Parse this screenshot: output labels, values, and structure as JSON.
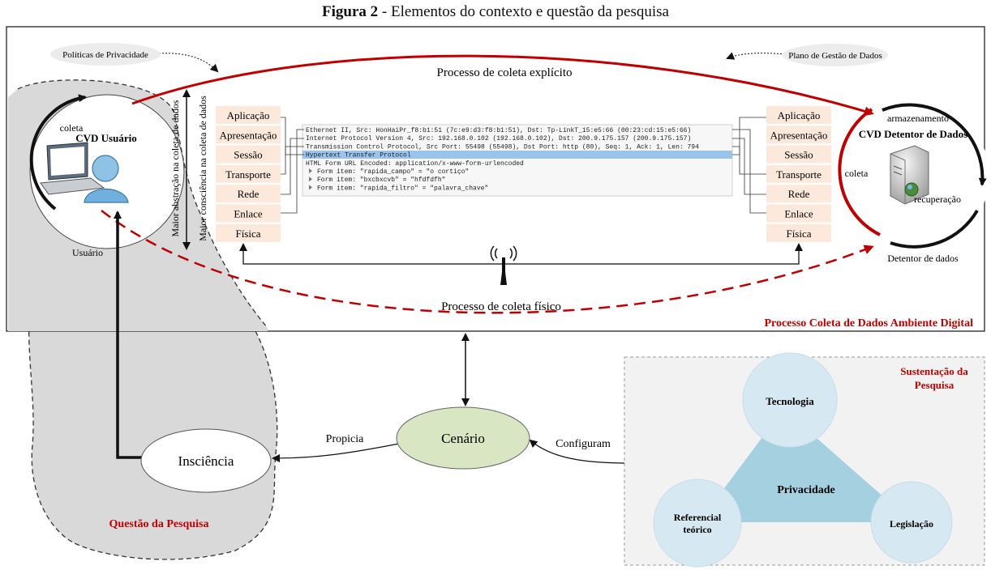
{
  "figure": {
    "title_bold": "Figura 2",
    "title_rest": " - Elementos do contexto e questão da pesquisa"
  },
  "top_panel": {
    "caption": "Processo Coleta de Dados Ambiente Digital",
    "privacy_policies": "Políticas de Privacidade",
    "data_plan": "Plano de Gestão de Dados",
    "explicit_process": "Processo de coleta explícito",
    "physical_process": "Processo de coleta físico",
    "awareness_axis": "Maior consciência na coleta de dados",
    "abstraction_axis": "Maior abstração na coleta de dados"
  },
  "user_node": {
    "title": "CVD Usuário",
    "collect": "coleta",
    "user_label": "Usuário"
  },
  "holder_node": {
    "title": "CVD Detentor de Dados",
    "storage": "armazenamento",
    "collect": "coleta",
    "recovery": "recuperação",
    "holder_label": "Detentor de dados"
  },
  "osi_layers": [
    "Aplicação",
    "Apresentação",
    "Sessão",
    "Transporte",
    "Rede",
    "Enlace",
    "Física"
  ],
  "packet_lines": [
    "Ethernet II, Src: HonHaiPr_f8:b1:51 (7c:e9:d3:f8:b1:51), Dst: Tp-LinkT_15:e5:66 (00:23:cd:15:e5:66)",
    "Internet Protocol Version 4, Src: 192.168.0.102 (192.168.0.102), Dst: 200.9.175.157 (200.9.175.157)",
    "Transmission Control Protocol, Src Port: 55498 (55498), Dst Port: http (80), Seq: 1, Ack: 1, Len: 794",
    "Hypertext Transfer Protocol",
    "HTML Form URL Encoded: application/x-www-form-urlencoded",
    "Form item: \"rapida_campo\" = \"o cortiço\"",
    "Form item: \"bxcbxcvb\" = \"hfdfdfh\"",
    "Form item: \"rapida_filtro\" = \"palavra_chave\""
  ],
  "bottom": {
    "question": "Questão da Pesquisa",
    "insciencia": "Insciência",
    "cenario": "Cenário",
    "propicia": "Propicia",
    "configuram": "Configuram"
  },
  "support": {
    "title_line1": "Sustentação da",
    "title_line2": "Pesquisa",
    "tecnologia": "Tecnologia",
    "privacidade": "Privacidade",
    "referencial_line1": "Referencial",
    "referencial_line2": "teórico",
    "legislacao": "Legislação"
  },
  "colors": {
    "accent_red": "#c00000",
    "osi_fill": "#fde9dc",
    "blob_fill": "#d9d9d9",
    "circle_fill": "#d6e8f2",
    "triangle_fill": "#a4d0e0",
    "scenario_fill": "#d9e6c3",
    "highlight": "#9cc3ea"
  }
}
